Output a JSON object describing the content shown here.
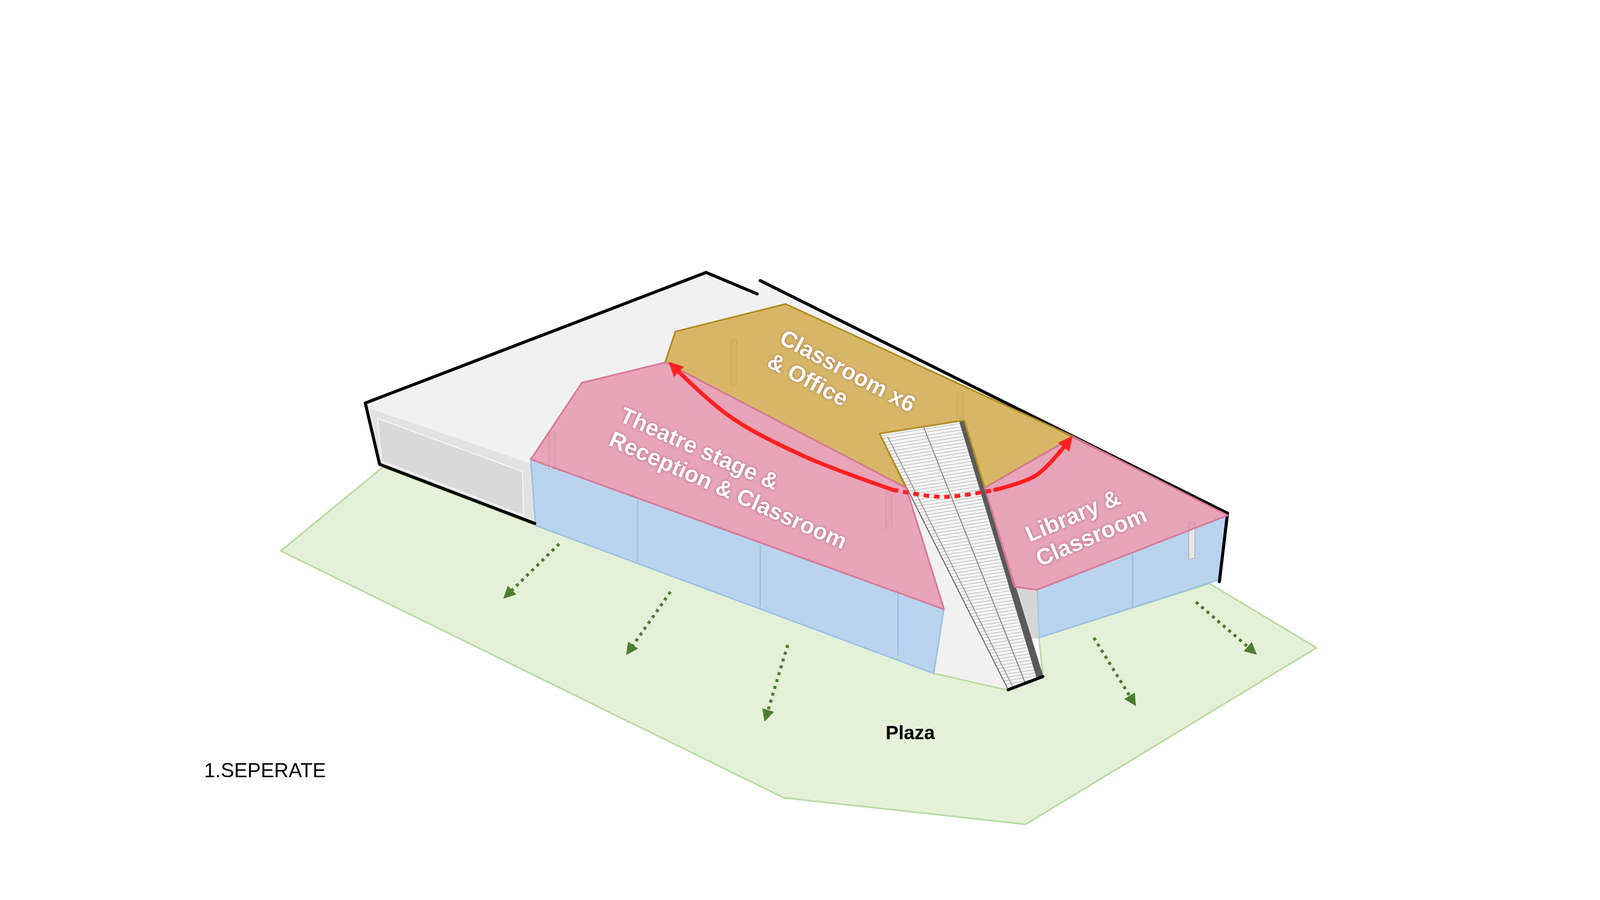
{
  "diagram": {
    "title": "1.SEPERATE",
    "nodes": [
      {
        "text": [
          "Classroom x6 & Office"
        ]
      },
      {
        "text": [
          "Theatre stage & Reception & Classroom"
        ]
      },
      {
        "text": [
          "Library & Classroom"
        ]
      },
      {
        "text": [
          "Plaza"
        ]
      }
    ],
    "edges": [
      {
        "from": 1,
        "to": 2,
        "arrow": "both"
      }
    ]
  }
}
